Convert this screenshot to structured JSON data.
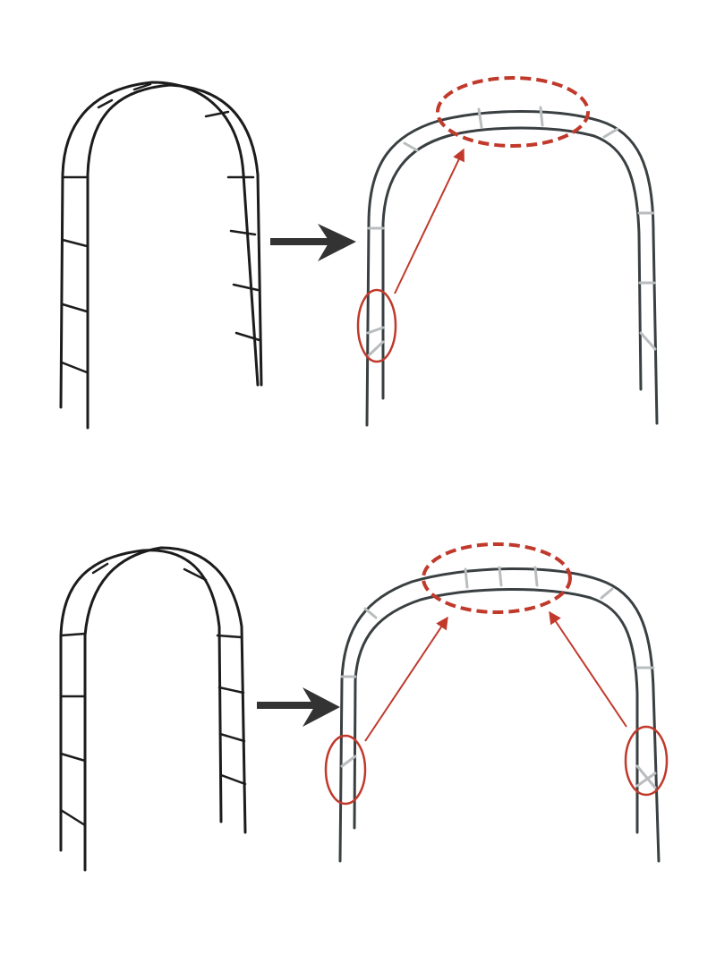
{
  "colors": {
    "background": "#ffffff",
    "before_frame": "#1c1c1c",
    "after_frame": "#3a4042",
    "after_crossbar": "#b9bdbe",
    "transition_arrow": "#333333",
    "highlight": "#c0392b",
    "pointer": "#c0392b"
  },
  "icons": {
    "transition_arrow": "right-arrow-icon",
    "highlight": "dashed-ellipse-icon",
    "pointer": "thin-arrow-icon"
  },
  "panels": [
    {
      "id": "top",
      "before": "bare-metal-arch",
      "after": "arch-with-reinforced-joints",
      "highlights": [
        "top-crossbar-joint",
        "left-leg-joint"
      ],
      "pointers": 1
    },
    {
      "id": "bottom",
      "before": "bare-metal-arch",
      "after": "arch-with-reinforced-joints",
      "highlights": [
        "top-crossbar-joint",
        "left-leg-joint",
        "right-leg-joint"
      ],
      "pointers": 2
    }
  ]
}
